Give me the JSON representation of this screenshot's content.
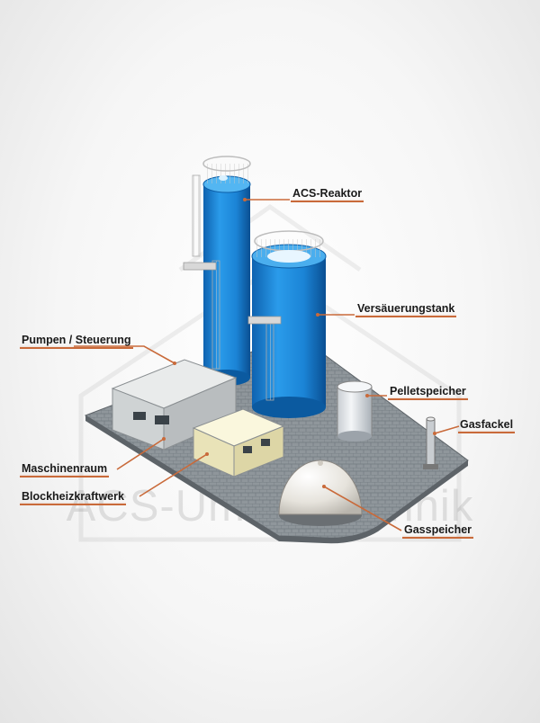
{
  "watermark": "ACS-Umwelttechnik",
  "labels": {
    "acs_reaktor": "ACS-Reaktor",
    "versaeuerungstank": "Versäuerungstank",
    "pumpen_steuerung": "Pumpen / Steuerung",
    "pelletspeicher": "Pelletspeicher",
    "gasfackel": "Gasfackel",
    "maschinenraum": "Maschinenraum",
    "blockheizkraftwerk": "Blockheizkraftwerk",
    "gasspeicher": "Gasspeicher"
  },
  "colors": {
    "tank_blue": "#1e90e0",
    "tank_blue_dark": "#0d5fa8",
    "slab": "#8e9499",
    "leader": "#c96a3a",
    "building": "#d6d9da",
    "bhkw": "#f3eec6"
  }
}
